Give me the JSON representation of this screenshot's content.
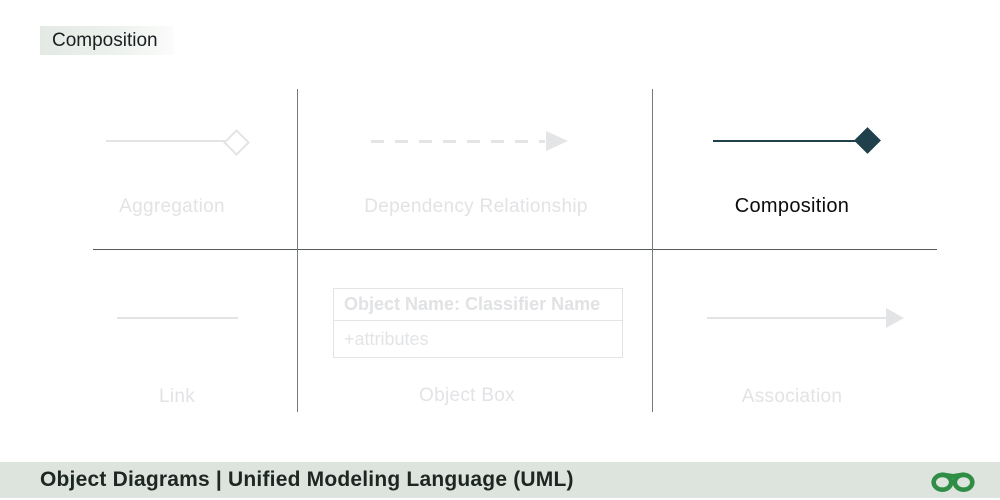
{
  "badge": {
    "label": "Composition"
  },
  "cells": {
    "aggregation": {
      "label": "Aggregation",
      "state": "inactive"
    },
    "dependency": {
      "label": "Dependency Relationship",
      "state": "inactive"
    },
    "composition": {
      "label": "Composition",
      "state": "active"
    },
    "link": {
      "label": "Link",
      "state": "inactive"
    },
    "object_box": {
      "label": "Object Box",
      "state": "inactive",
      "title": "Object Name: Classifier Name",
      "attributes": "+attributes"
    },
    "association": {
      "label": "Association",
      "state": "inactive"
    }
  },
  "footer": {
    "title": "Object Diagrams | Unified Modeling Language (UML)",
    "logo": "geeksforgeeks-logo"
  },
  "colors": {
    "active_dark": "#20404b",
    "inactive_gray": "#e3e4e6",
    "grid_line": "#565b5e",
    "badge_bg": "#e3e9e4",
    "footer_bg": "#dde4de",
    "footer_text": "#1c2622",
    "logo_green": "#2f8d46"
  }
}
